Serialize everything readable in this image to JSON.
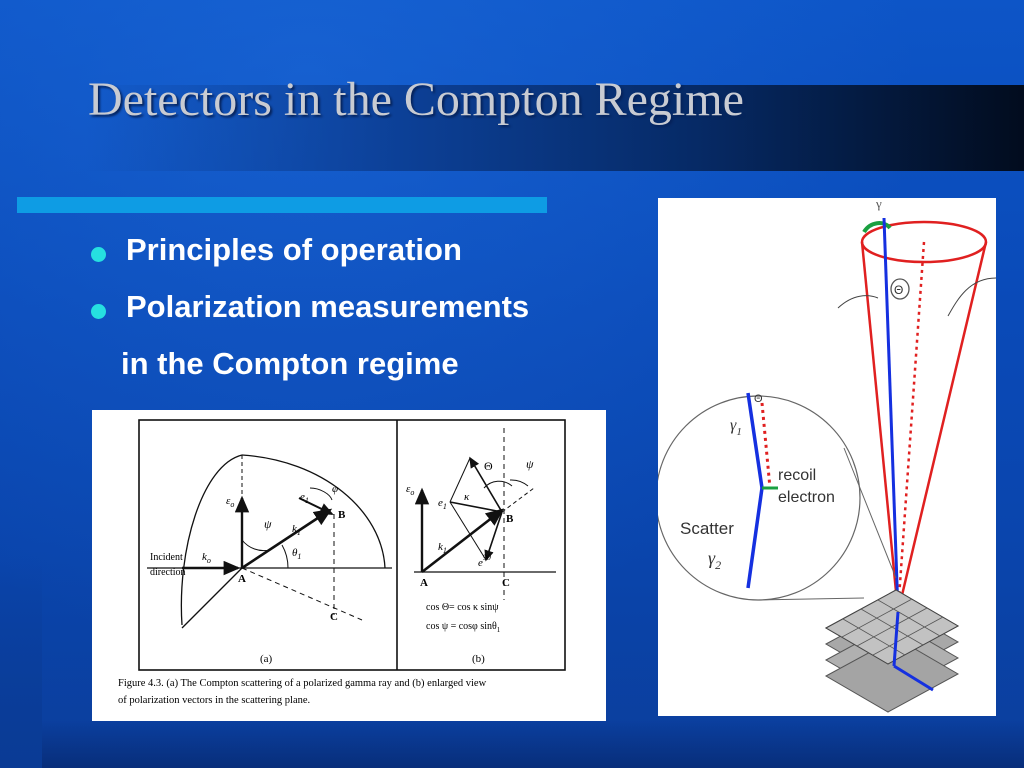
{
  "slide": {
    "title": "Detectors in the Compton Regime",
    "bullets": [
      "Principles of operation",
      "Polarization measurements"
    ],
    "continuation": "in the Compton regime",
    "colors": {
      "rule": "#0e9ce4",
      "bullet": "#26e0e0",
      "title": "#c8cbd2"
    }
  },
  "figure_left": {
    "labels": {
      "incident": "Incident",
      "direction": "direction",
      "ko": "k",
      "ko_sub": "o",
      "eo": "ε",
      "eo_sub": "o",
      "A": "A",
      "B": "B",
      "C": "C",
      "psi": "ψ",
      "k1": "k",
      "k1_sub": "1",
      "e1": "e",
      "e1_sub": "1",
      "theta1": "θ",
      "theta1_sub": "1",
      "phi": "φ",
      "Theta": "Θ",
      "kappa": "κ",
      "e90": "e",
      "e90_sup": "90",
      "eq1": "cos Θ= cos κ  sinψ",
      "eq2": "cos ψ  = cosφ  sinθ",
      "eq2_sub": "1",
      "panel_a": "(a)",
      "panel_b": "(b)"
    },
    "caption_line1": "Figure 4.3.  (a)  The Compton scattering of a polarized gamma ray and (b)  enlarged view",
    "caption_line2": "of polarization vectors in the scattering plane."
  },
  "figure_right": {
    "labels": {
      "theta": "Θ",
      "theta_small": "Θ",
      "gamma1": "γ",
      "gamma1_sub": "1",
      "recoil": "recoil",
      "electron": "electron",
      "scatter": "Scatter",
      "gamma2": "γ",
      "gamma2_sub": "2",
      "gamma_top": "γ"
    }
  }
}
